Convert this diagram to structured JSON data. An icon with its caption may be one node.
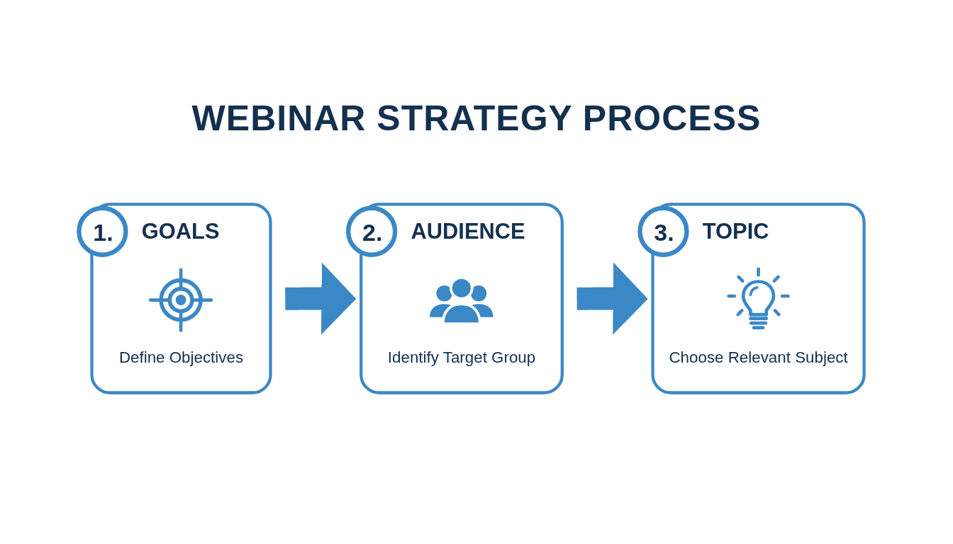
{
  "diagram": {
    "title": "WEBINAR STRATEGY PROCESS",
    "nodes": [
      {
        "text": [
          "1.",
          "GOALS",
          "Define Objectives"
        ]
      },
      {
        "text": [
          "2.",
          "AUDIENCE",
          "Identify Target Group"
        ]
      },
      {
        "text": [
          "3.",
          "TOPIC",
          "Choose Relevant Subject"
        ]
      }
    ],
    "edges": [
      {
        "from": 0,
        "to": 1,
        "arrow": "to"
      },
      {
        "from": 1,
        "to": 2,
        "arrow": "to"
      }
    ]
  }
}
